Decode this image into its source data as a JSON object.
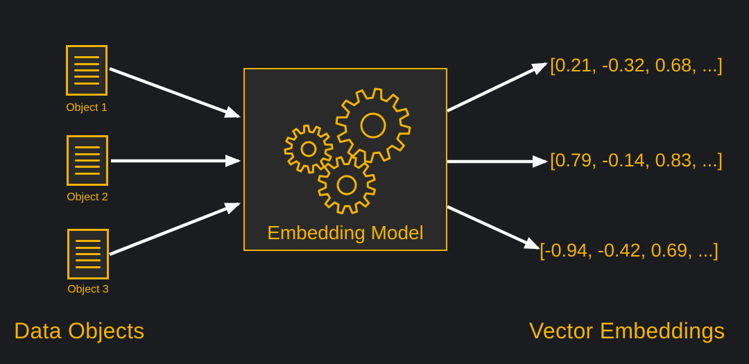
{
  "diagram": {
    "caption_left": "Data Objects",
    "caption_right": "Vector Embeddings",
    "model": {
      "label": "Embedding Model"
    },
    "objects": [
      {
        "label": "Object 1"
      },
      {
        "label": "Object 2"
      },
      {
        "label": "Object 3"
      }
    ],
    "vectors": [
      {
        "value": "[0.21, -0.32, 0.68, ...]"
      },
      {
        "value": "[0.79, -0.14, 0.83, ...]"
      },
      {
        "value": "[-0.94, -0.42, 0.69, ...]"
      }
    ],
    "icons": {
      "document": "document-icon",
      "gears": "gears-icon",
      "arrow": "arrow-icon"
    },
    "colors": {
      "background": "#1a1c20",
      "accent": "#f2b301",
      "panel": "#2a2a2a",
      "arrow": "#fafafa"
    }
  }
}
